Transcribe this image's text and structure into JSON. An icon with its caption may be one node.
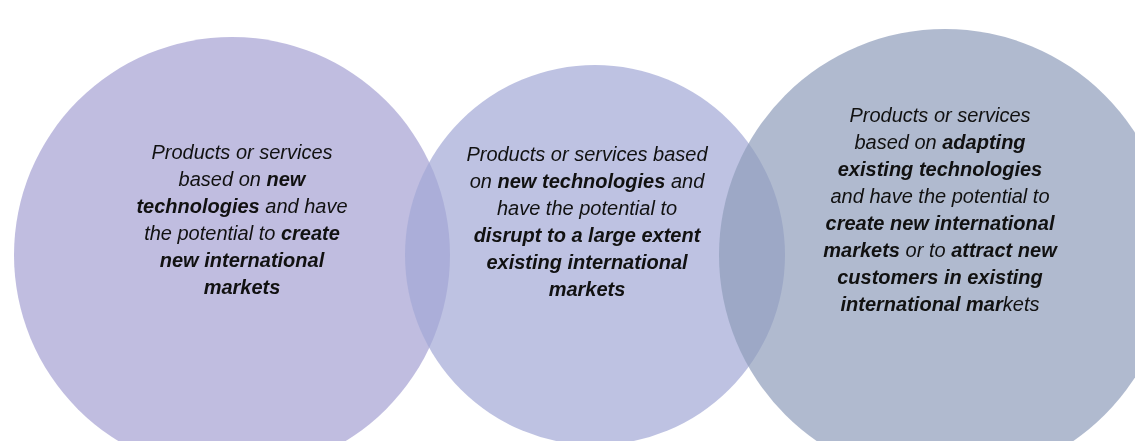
{
  "diagram": {
    "nodes": [
      {
        "text": [
          "Products or services based on **new technologies** and have the potential to **create new international markets**"
        ]
      },
      {
        "text": [
          "Products or services based on **new technologies** and have the potential to **disrupt to a large extent existing international markets**"
        ]
      },
      {
        "text": [
          "Products or services based on **adapting existing technologies** and have the potential to **create new international markets** or to **attract new customers in existing international mar**kets"
        ]
      }
    ]
  }
}
